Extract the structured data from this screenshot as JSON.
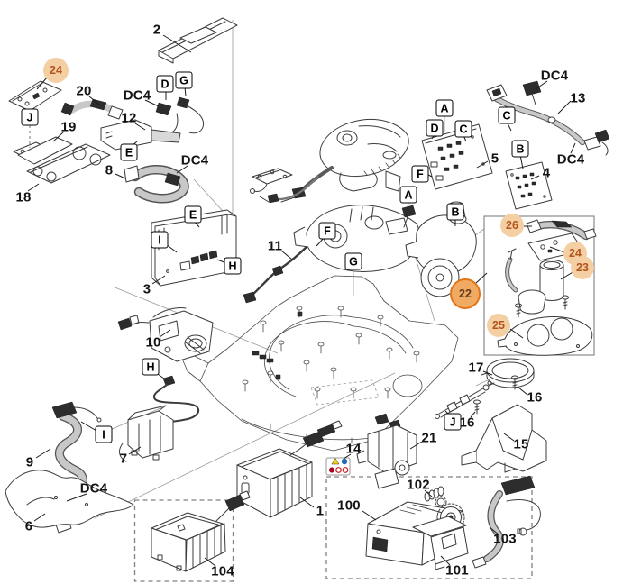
{
  "figure": {
    "kind": "exploded-parts-diagram",
    "background": "#ffffff"
  },
  "part_labels": {
    "1": "1",
    "2": "2",
    "3": "3",
    "4": "4",
    "5": "5",
    "6": "6",
    "7": "7",
    "8": "8",
    "9": "9",
    "10": "10",
    "11": "11",
    "12": "12",
    "13": "13",
    "14": "14",
    "15": "15",
    "16": "16",
    "17": "17",
    "18": "18",
    "19": "19",
    "20": "20",
    "21": "21",
    "100": "100",
    "101": "101",
    "102": "102",
    "103": "103",
    "104": "104"
  },
  "harness_label": {
    "dc4": "DC4"
  },
  "connector_refs": {
    "a": "A",
    "b": "B",
    "c": "C",
    "d": "D",
    "e": "E",
    "f": "F",
    "g": "G",
    "h": "H",
    "i": "I",
    "j": "J"
  },
  "highlighted_parts": {
    "22": "22",
    "23": "23",
    "24": "24",
    "25": "25",
    "26": "26"
  },
  "colors": {
    "highlight_fill": "#f5cfa4",
    "highlight_text": "#b2541c",
    "highlight_ring_fill": "#f0aa62",
    "highlight_ring_border": "#e0761b",
    "line_art": "#3b3b3b"
  }
}
